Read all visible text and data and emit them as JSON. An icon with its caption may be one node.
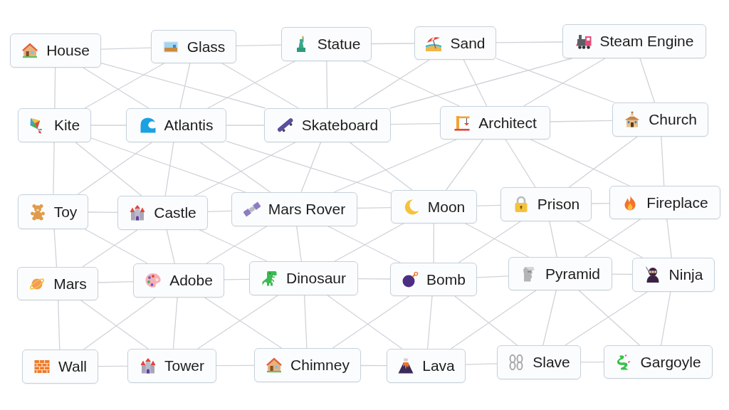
{
  "diagram": {
    "nodes": [
      {
        "text": [
          "House"
        ]
      },
      {
        "text": [
          "Glass"
        ]
      },
      {
        "text": [
          "Statue"
        ]
      },
      {
        "text": [
          "Sand"
        ]
      },
      {
        "text": [
          "Steam Engine"
        ]
      },
      {
        "text": [
          "Kite"
        ]
      },
      {
        "text": [
          "Atlantis"
        ]
      },
      {
        "text": [
          "Skateboard"
        ]
      },
      {
        "text": [
          "Architect"
        ]
      },
      {
        "text": [
          "Church"
        ]
      },
      {
        "text": [
          "Toy"
        ]
      },
      {
        "text": [
          "Castle"
        ]
      },
      {
        "text": [
          "Mars Rover"
        ]
      },
      {
        "text": [
          "Moon"
        ]
      },
      {
        "text": [
          "Prison"
        ]
      },
      {
        "text": [
          "Fireplace"
        ]
      },
      {
        "text": [
          "Mars"
        ]
      },
      {
        "text": [
          "Adobe"
        ]
      },
      {
        "text": [
          "Dinosaur"
        ]
      },
      {
        "text": [
          "Bomb"
        ]
      },
      {
        "text": [
          "Pyramid"
        ]
      },
      {
        "text": [
          "Ninja"
        ]
      },
      {
        "text": [
          "Wall"
        ]
      },
      {
        "text": [
          "Tower"
        ]
      },
      {
        "text": [
          "Chimney"
        ]
      },
      {
        "text": [
          "Lava"
        ]
      },
      {
        "text": [
          "Slave"
        ]
      },
      {
        "text": [
          "Gargoyle"
        ]
      }
    ],
    "edges": [
      {
        "from": 0,
        "to": 1,
        "arrow": "none"
      },
      {
        "from": 1,
        "to": 2,
        "arrow": "none"
      },
      {
        "from": 2,
        "to": 3,
        "arrow": "none"
      },
      {
        "from": 3,
        "to": 4,
        "arrow": "none"
      },
      {
        "from": 5,
        "to": 6,
        "arrow": "none"
      },
      {
        "from": 6,
        "to": 7,
        "arrow": "none"
      },
      {
        "from": 7,
        "to": 8,
        "arrow": "none"
      },
      {
        "from": 8,
        "to": 9,
        "arrow": "none"
      },
      {
        "from": 10,
        "to": 11,
        "arrow": "none"
      },
      {
        "from": 11,
        "to": 12,
        "arrow": "none"
      },
      {
        "from": 12,
        "to": 13,
        "arrow": "none"
      },
      {
        "from": 13,
        "to": 14,
        "arrow": "none"
      },
      {
        "from": 14,
        "to": 15,
        "arrow": "none"
      },
      {
        "from": 16,
        "to": 17,
        "arrow": "none"
      },
      {
        "from": 17,
        "to": 18,
        "arrow": "none"
      },
      {
        "from": 18,
        "to": 19,
        "arrow": "none"
      },
      {
        "from": 19,
        "to": 20,
        "arrow": "none"
      },
      {
        "from": 20,
        "to": 21,
        "arrow": "none"
      },
      {
        "from": 22,
        "to": 23,
        "arrow": "none"
      },
      {
        "from": 23,
        "to": 24,
        "arrow": "none"
      },
      {
        "from": 24,
        "to": 25,
        "arrow": "none"
      },
      {
        "from": 25,
        "to": 26,
        "arrow": "none"
      },
      {
        "from": 26,
        "to": 27,
        "arrow": "none"
      },
      {
        "from": 0,
        "to": 5,
        "arrow": "none"
      },
      {
        "from": 0,
        "to": 6,
        "arrow": "none"
      },
      {
        "from": 0,
        "to": 7,
        "arrow": "none"
      },
      {
        "from": 1,
        "to": 5,
        "arrow": "none"
      },
      {
        "from": 1,
        "to": 6,
        "arrow": "none"
      },
      {
        "from": 1,
        "to": 7,
        "arrow": "none"
      },
      {
        "from": 2,
        "to": 6,
        "arrow": "none"
      },
      {
        "from": 2,
        "to": 7,
        "arrow": "none"
      },
      {
        "from": 2,
        "to": 8,
        "arrow": "none"
      },
      {
        "from": 3,
        "to": 7,
        "arrow": "none"
      },
      {
        "from": 3,
        "to": 8,
        "arrow": "none"
      },
      {
        "from": 3,
        "to": 9,
        "arrow": "none"
      },
      {
        "from": 4,
        "to": 7,
        "arrow": "none"
      },
      {
        "from": 4,
        "to": 8,
        "arrow": "none"
      },
      {
        "from": 4,
        "to": 9,
        "arrow": "none"
      },
      {
        "from": 5,
        "to": 10,
        "arrow": "none"
      },
      {
        "from": 5,
        "to": 11,
        "arrow": "none"
      },
      {
        "from": 5,
        "to": 12,
        "arrow": "none"
      },
      {
        "from": 6,
        "to": 10,
        "arrow": "none"
      },
      {
        "from": 6,
        "to": 11,
        "arrow": "none"
      },
      {
        "from": 6,
        "to": 12,
        "arrow": "none"
      },
      {
        "from": 6,
        "to": 13,
        "arrow": "none"
      },
      {
        "from": 7,
        "to": 11,
        "arrow": "none"
      },
      {
        "from": 7,
        "to": 12,
        "arrow": "none"
      },
      {
        "from": 7,
        "to": 13,
        "arrow": "none"
      },
      {
        "from": 8,
        "to": 12,
        "arrow": "none"
      },
      {
        "from": 8,
        "to": 13,
        "arrow": "none"
      },
      {
        "from": 8,
        "to": 14,
        "arrow": "none"
      },
      {
        "from": 8,
        "to": 15,
        "arrow": "none"
      },
      {
        "from": 9,
        "to": 14,
        "arrow": "none"
      },
      {
        "from": 9,
        "to": 15,
        "arrow": "none"
      },
      {
        "from": 10,
        "to": 16,
        "arrow": "none"
      },
      {
        "from": 10,
        "to": 17,
        "arrow": "none"
      },
      {
        "from": 11,
        "to": 16,
        "arrow": "none"
      },
      {
        "from": 11,
        "to": 17,
        "arrow": "none"
      },
      {
        "from": 11,
        "to": 18,
        "arrow": "none"
      },
      {
        "from": 12,
        "to": 17,
        "arrow": "none"
      },
      {
        "from": 12,
        "to": 18,
        "arrow": "none"
      },
      {
        "from": 12,
        "to": 19,
        "arrow": "none"
      },
      {
        "from": 13,
        "to": 18,
        "arrow": "none"
      },
      {
        "from": 13,
        "to": 19,
        "arrow": "none"
      },
      {
        "from": 13,
        "to": 20,
        "arrow": "none"
      },
      {
        "from": 14,
        "to": 19,
        "arrow": "none"
      },
      {
        "from": 14,
        "to": 20,
        "arrow": "none"
      },
      {
        "from": 14,
        "to": 21,
        "arrow": "none"
      },
      {
        "from": 15,
        "to": 20,
        "arrow": "none"
      },
      {
        "from": 15,
        "to": 21,
        "arrow": "none"
      },
      {
        "from": 16,
        "to": 22,
        "arrow": "none"
      },
      {
        "from": 16,
        "to": 23,
        "arrow": "none"
      },
      {
        "from": 17,
        "to": 22,
        "arrow": "none"
      },
      {
        "from": 17,
        "to": 23,
        "arrow": "none"
      },
      {
        "from": 17,
        "to": 24,
        "arrow": "none"
      },
      {
        "from": 18,
        "to": 23,
        "arrow": "none"
      },
      {
        "from": 18,
        "to": 24,
        "arrow": "none"
      },
      {
        "from": 18,
        "to": 25,
        "arrow": "none"
      },
      {
        "from": 19,
        "to": 24,
        "arrow": "none"
      },
      {
        "from": 19,
        "to": 25,
        "arrow": "none"
      },
      {
        "from": 19,
        "to": 26,
        "arrow": "none"
      },
      {
        "from": 20,
        "to": 25,
        "arrow": "none"
      },
      {
        "from": 20,
        "to": 26,
        "arrow": "none"
      },
      {
        "from": 20,
        "to": 27,
        "arrow": "none"
      },
      {
        "from": 21,
        "to": 26,
        "arrow": "none"
      },
      {
        "from": 21,
        "to": 27,
        "arrow": "none"
      }
    ]
  }
}
